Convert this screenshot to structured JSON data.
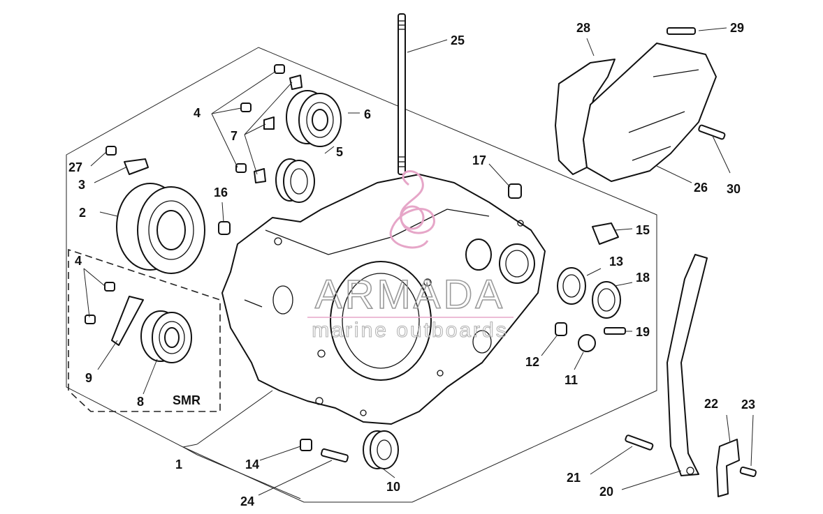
{
  "callouts": [
    "1",
    "2",
    "3",
    "4",
    "4",
    "5",
    "6",
    "7",
    "8",
    "9",
    "10",
    "11",
    "12",
    "13",
    "14",
    "15",
    "16",
    "17",
    "18",
    "19",
    "20",
    "21",
    "22",
    "23",
    "24",
    "25",
    "26",
    "27",
    "28",
    "29",
    "30"
  ],
  "smr_label": "SMR",
  "watermark": {
    "brand": "ARMADA",
    "tagline": "marine outboards",
    "colors": {
      "brand": "#e6a6c8",
      "text": "#b3b3b3"
    }
  },
  "colors": {
    "ink": "#111111",
    "paper": "#ffffff"
  }
}
